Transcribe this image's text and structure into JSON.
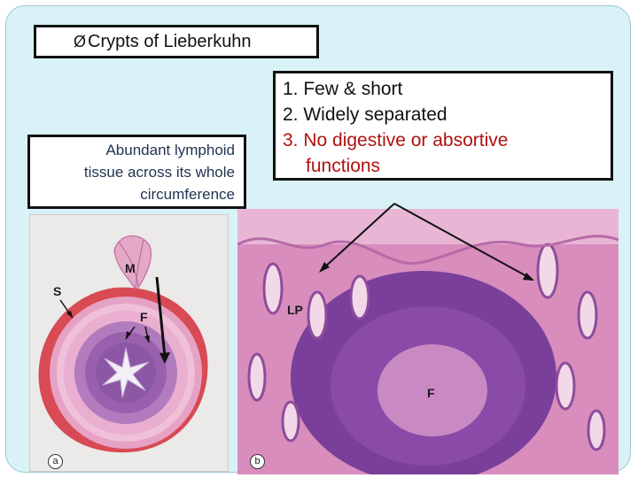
{
  "title": {
    "bullet_glyph": "Ø",
    "text": "Crypts of Lieberkuhn"
  },
  "left_caption": {
    "lines": [
      "Abundant lymphoid",
      "tissue across its whole",
      "circumference"
    ]
  },
  "features": {
    "item1": "1. Few &  short",
    "item2": "2. Widely separated",
    "item3_line1": "3. No digestive or absortive",
    "item3_line2": "functions"
  },
  "panel_a": {
    "label_m": "M",
    "label_s": "S",
    "label_f": "F",
    "panel_letter": "a"
  },
  "panel_b": {
    "label_lp": "LP",
    "label_f": "F",
    "panel_letter": "b"
  },
  "colors": {
    "slide_background": "#d9f2f7",
    "highlight_text": "#b01010",
    "caption_text": "#1f3350",
    "tissue_pink": "#d98fbf",
    "tissue_purple": "#7a3f9a"
  }
}
